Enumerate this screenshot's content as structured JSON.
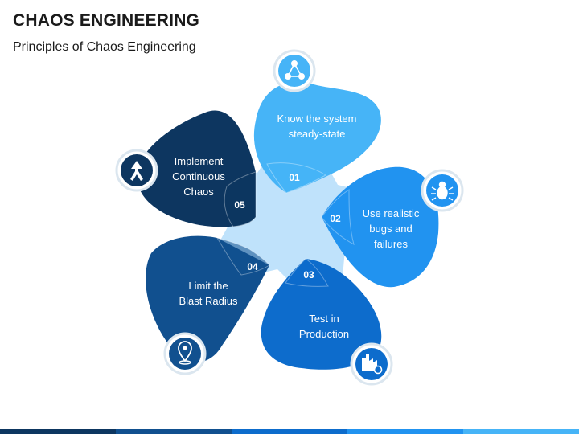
{
  "header": {
    "title": "CHAOS ENGINEERING",
    "subtitle": "Principles of Chaos Engineering"
  },
  "colors": {
    "star": "#bfe2fb",
    "step1": "#46b4f7",
    "step2": "#2193f0",
    "step3": "#0d6ccc",
    "step4": "#11508f",
    "step5": "#0d3660",
    "ring": "#dbe6ef"
  },
  "steps": [
    {
      "number": "01",
      "label": "Know the system\nsteady-state",
      "icon": "network-icon"
    },
    {
      "number": "02",
      "label": "Use realistic\nbugs and\nfailures",
      "icon": "bug-icon"
    },
    {
      "number": "03",
      "label": "Test in\nProduction",
      "icon": "factory-gear-icon"
    },
    {
      "number": "04",
      "label": "Limit the\nBlast Radius",
      "icon": "location-pin-icon"
    },
    {
      "number": "05",
      "label": "Implement\nContinuous\nChaos",
      "icon": "merge-arrow-icon"
    }
  ]
}
